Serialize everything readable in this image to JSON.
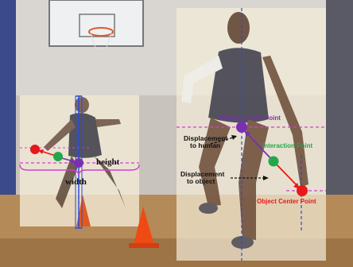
{
  "left_panel": {
    "width_label": "width",
    "height_label": "height"
  },
  "right_panel": {
    "human_center_label": "Human Center Point",
    "interaction_label": "Interaction Point",
    "object_center_label": "Object Center Point",
    "displacement_human_line1": "Displacement",
    "displacement_human_line2": "to human",
    "displacement_object_line1": "Displacement",
    "displacement_object_line2": "to object"
  },
  "colors": {
    "human_point": "#7a2fb0",
    "interaction_point": "#22a84a",
    "object_point": "#e81818",
    "human_label": "#7a2fb0",
    "interaction_label": "#22a84a",
    "object_label": "#e81818",
    "guide_blue": "#2a4bd6",
    "guide_magenta": "#d43cd4"
  }
}
